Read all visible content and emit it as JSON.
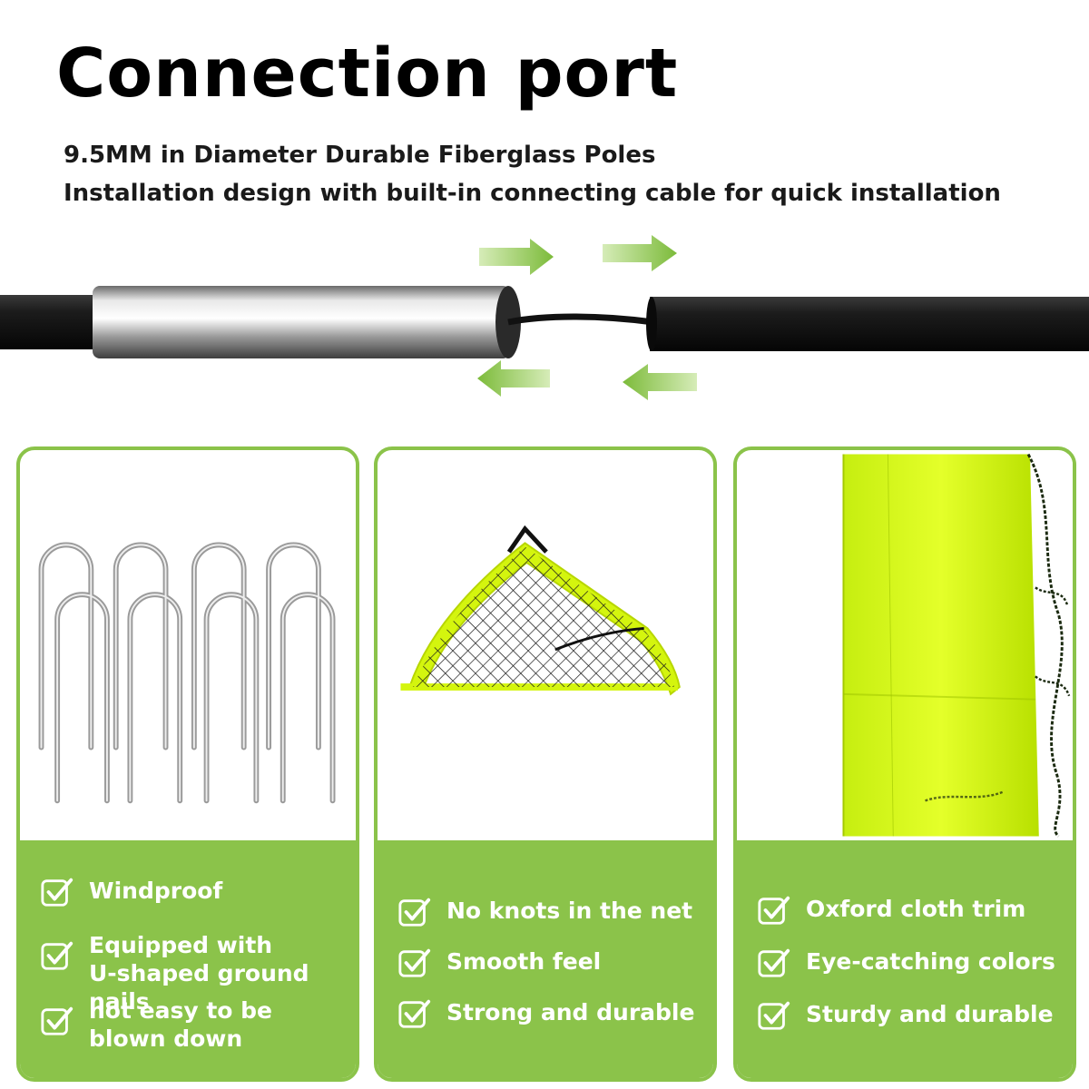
{
  "header": {
    "title": "Connection port",
    "subtitle_1": "9.5MM in Diameter Durable Fiberglass Poles",
    "subtitle_2": "Installation design with built-in connecting cable for quick installation"
  },
  "colors": {
    "accent_green": "#8bc34a",
    "neon_yellow": "#d4f50e",
    "pole_black": "#111111"
  },
  "icons": {
    "arrow": "arrow-right-icon / arrow-left-icon",
    "check": "checkbox-check-icon"
  },
  "cards": [
    {
      "image": "u-shaped-ground-nails",
      "features": [
        "Windproof",
        "Equipped with\nU-shaped ground nails",
        "not easy to be\nblown down"
      ]
    },
    {
      "image": "corner-net",
      "features": [
        "No knots in the net",
        "Smooth feel",
        "Strong and durable"
      ]
    },
    {
      "image": "oxford-cloth-trim",
      "features": [
        "Oxford cloth trim",
        "Eye-catching colors",
        "Sturdy and durable"
      ]
    }
  ]
}
